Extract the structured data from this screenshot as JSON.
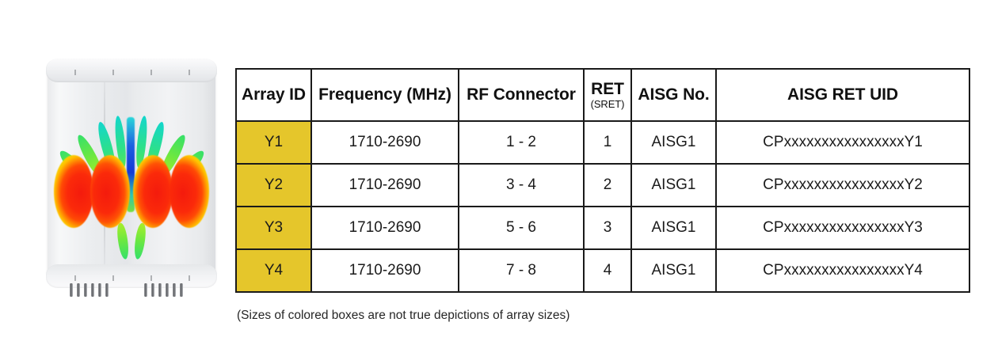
{
  "figure": {
    "name": "antenna-radiation-pattern",
    "description": "Base station antenna radome with four-beam radiation pattern overlay",
    "beam_count": 4,
    "vent_ports_per_group": 6,
    "vent_groups": 2,
    "colors": {
      "main_lobe_core": "#f41b0d",
      "main_lobe_mid": "#ffc400",
      "side_lobe_green": "#6fe83f",
      "side_lobe_cyan": "#13d6cd",
      "side_lobe_blue": "#1534d8",
      "radome": "#eceef0"
    }
  },
  "table": {
    "name": "array-specification-table",
    "accent_color": "#e5c62b",
    "border_color": "#1a1a1a",
    "columns": [
      {
        "key": "array_id",
        "label": "Array ID",
        "sub": ""
      },
      {
        "key": "frequency",
        "label": "Frequency (MHz)",
        "sub": ""
      },
      {
        "key": "connector",
        "label": "RF Connector",
        "sub": ""
      },
      {
        "key": "ret",
        "label": "RET",
        "sub": "(SRET)"
      },
      {
        "key": "aisg_no",
        "label": "AISG No.",
        "sub": ""
      },
      {
        "key": "ret_uid",
        "label": "AISG RET UID",
        "sub": ""
      }
    ],
    "rows": [
      {
        "array_id": "Y1",
        "frequency": "1710-2690",
        "connector": "1 - 2",
        "ret": "1",
        "aisg_no": "AISG1",
        "ret_uid": "CPxxxxxxxxxxxxxxxxY1"
      },
      {
        "array_id": "Y2",
        "frequency": "1710-2690",
        "connector": "3 - 4",
        "ret": "2",
        "aisg_no": "AISG1",
        "ret_uid": "CPxxxxxxxxxxxxxxxxY2"
      },
      {
        "array_id": "Y3",
        "frequency": "1710-2690",
        "connector": "5 - 6",
        "ret": "3",
        "aisg_no": "AISG1",
        "ret_uid": "CPxxxxxxxxxxxxxxxxY3"
      },
      {
        "array_id": "Y4",
        "frequency": "1710-2690",
        "connector": "7 - 8",
        "ret": "4",
        "aisg_no": "AISG1",
        "ret_uid": "CPxxxxxxxxxxxxxxxxY4"
      }
    ]
  },
  "footnote": {
    "text": "(Sizes of colored boxes are not true depictions of array sizes)"
  }
}
